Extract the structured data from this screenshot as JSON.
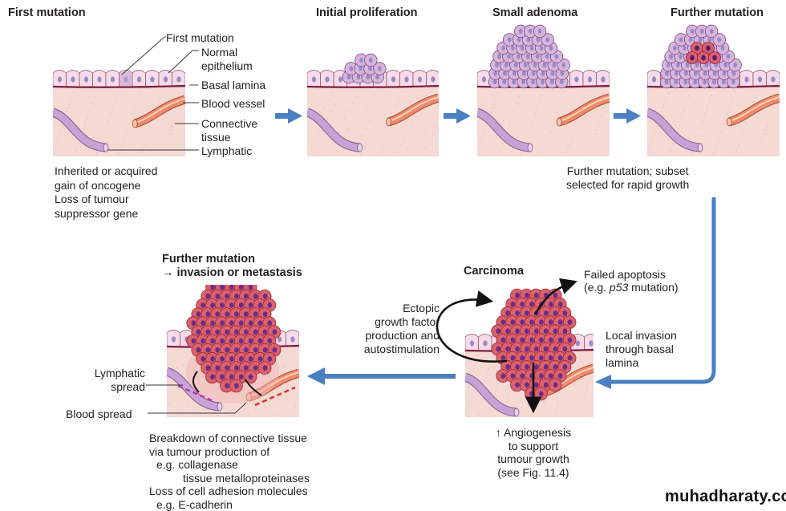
{
  "stages": {
    "first_mutation": {
      "title": "First mutation",
      "labels": [
        "First mutation",
        "Normal",
        "epithelium",
        "Basal lamina",
        "Blood vessel",
        "Connective",
        "tissue",
        "Lymphatic"
      ],
      "caption": [
        "Inherited or acquired",
        "gain of oncogene",
        "Loss of tumour",
        "suppressor gene"
      ]
    },
    "initial_proliferation": {
      "title": "Initial proliferation"
    },
    "small_adenoma": {
      "title": "Small adenoma"
    },
    "further_mutation": {
      "title": "Further mutation",
      "caption": [
        "Further mutation; subset",
        "selected for rapid growth"
      ]
    },
    "carcinoma": {
      "title": "Carcinoma",
      "left_note": [
        "Ectopic",
        "growth factor",
        "production and",
        "autostimulation"
      ],
      "apoptosis_note": [
        "Failed apoptosis",
        "(e.g. ",
        "p53",
        " mutation)"
      ],
      "invasion_note": [
        "Local invasion",
        "through basal",
        "lamina"
      ],
      "angiogenesis_note": [
        "↑ Angiogenesis",
        "to support",
        "tumour growth",
        "(see Fig. 11.4)"
      ]
    },
    "metastasis": {
      "title": [
        "Further mutation",
        "→ invasion or metastasis"
      ],
      "labels": [
        "Lymphatic",
        "spread",
        "Blood spread"
      ],
      "caption": [
        "Breakdown of connective tissue",
        "via tumour production of",
        "e.g. collagenase",
        "tissue metalloproteinases",
        "Loss of cell adhesion molecules",
        "e.g. E-cadherin"
      ]
    }
  },
  "watermark": "muhadharaty.com",
  "colors": {
    "arrow_blue": "#4a7fc1",
    "connective": "#f5d9d3",
    "epithelium": "#f6dbe8",
    "normal_nucleus": "#9a8ac6",
    "adenoma_cell": "#d8b6dc",
    "mutant_cell": "#d86070",
    "carcinoma_cell": "#d9626b",
    "carcinoma_nucleus": "#6a2c8c",
    "blood_vessel": "#f08a6c",
    "lymphatic": "#c8a2d6",
    "basal_lamina": "#7a1f45"
  }
}
